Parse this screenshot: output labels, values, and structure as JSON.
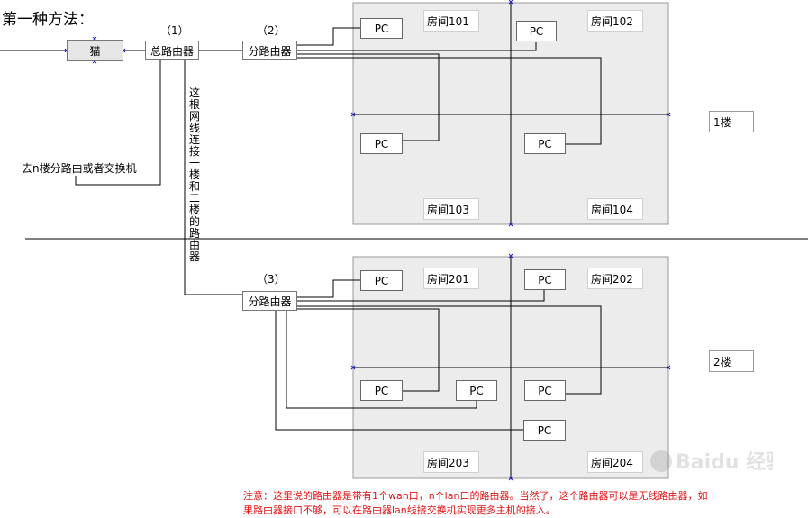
{
  "title": "第一种方法：",
  "modem": "猫",
  "main_router": "总路由器",
  "sub_router": "分路由器",
  "step_labels": [
    "（1）",
    "（2）",
    "（3）"
  ],
  "pc": "PC",
  "rooms_floor1": [
    "房间101",
    "房间102",
    "房间103",
    "房间104"
  ],
  "rooms_floor2": [
    "房间201",
    "房间202",
    "房间203",
    "房间204"
  ],
  "floor_labels": [
    "1楼",
    "2楼"
  ],
  "left_note": "去n楼分路由或者交换机",
  "vertical_note": "这根网线连接一楼和二楼的路由器",
  "bottom_note": "注意：这里说的路由器是带有1个wan口，n个lan口的路由器。当然了，这个路由器可以是无线路由器，如果路由器接口不够，可以在路由器lan线接交换机实现更多主机的接入。",
  "watermark": "Baidu 经验",
  "colors": {
    "note": "#e01414",
    "marker": "#1a1acc",
    "room_fill": "#ececec"
  }
}
